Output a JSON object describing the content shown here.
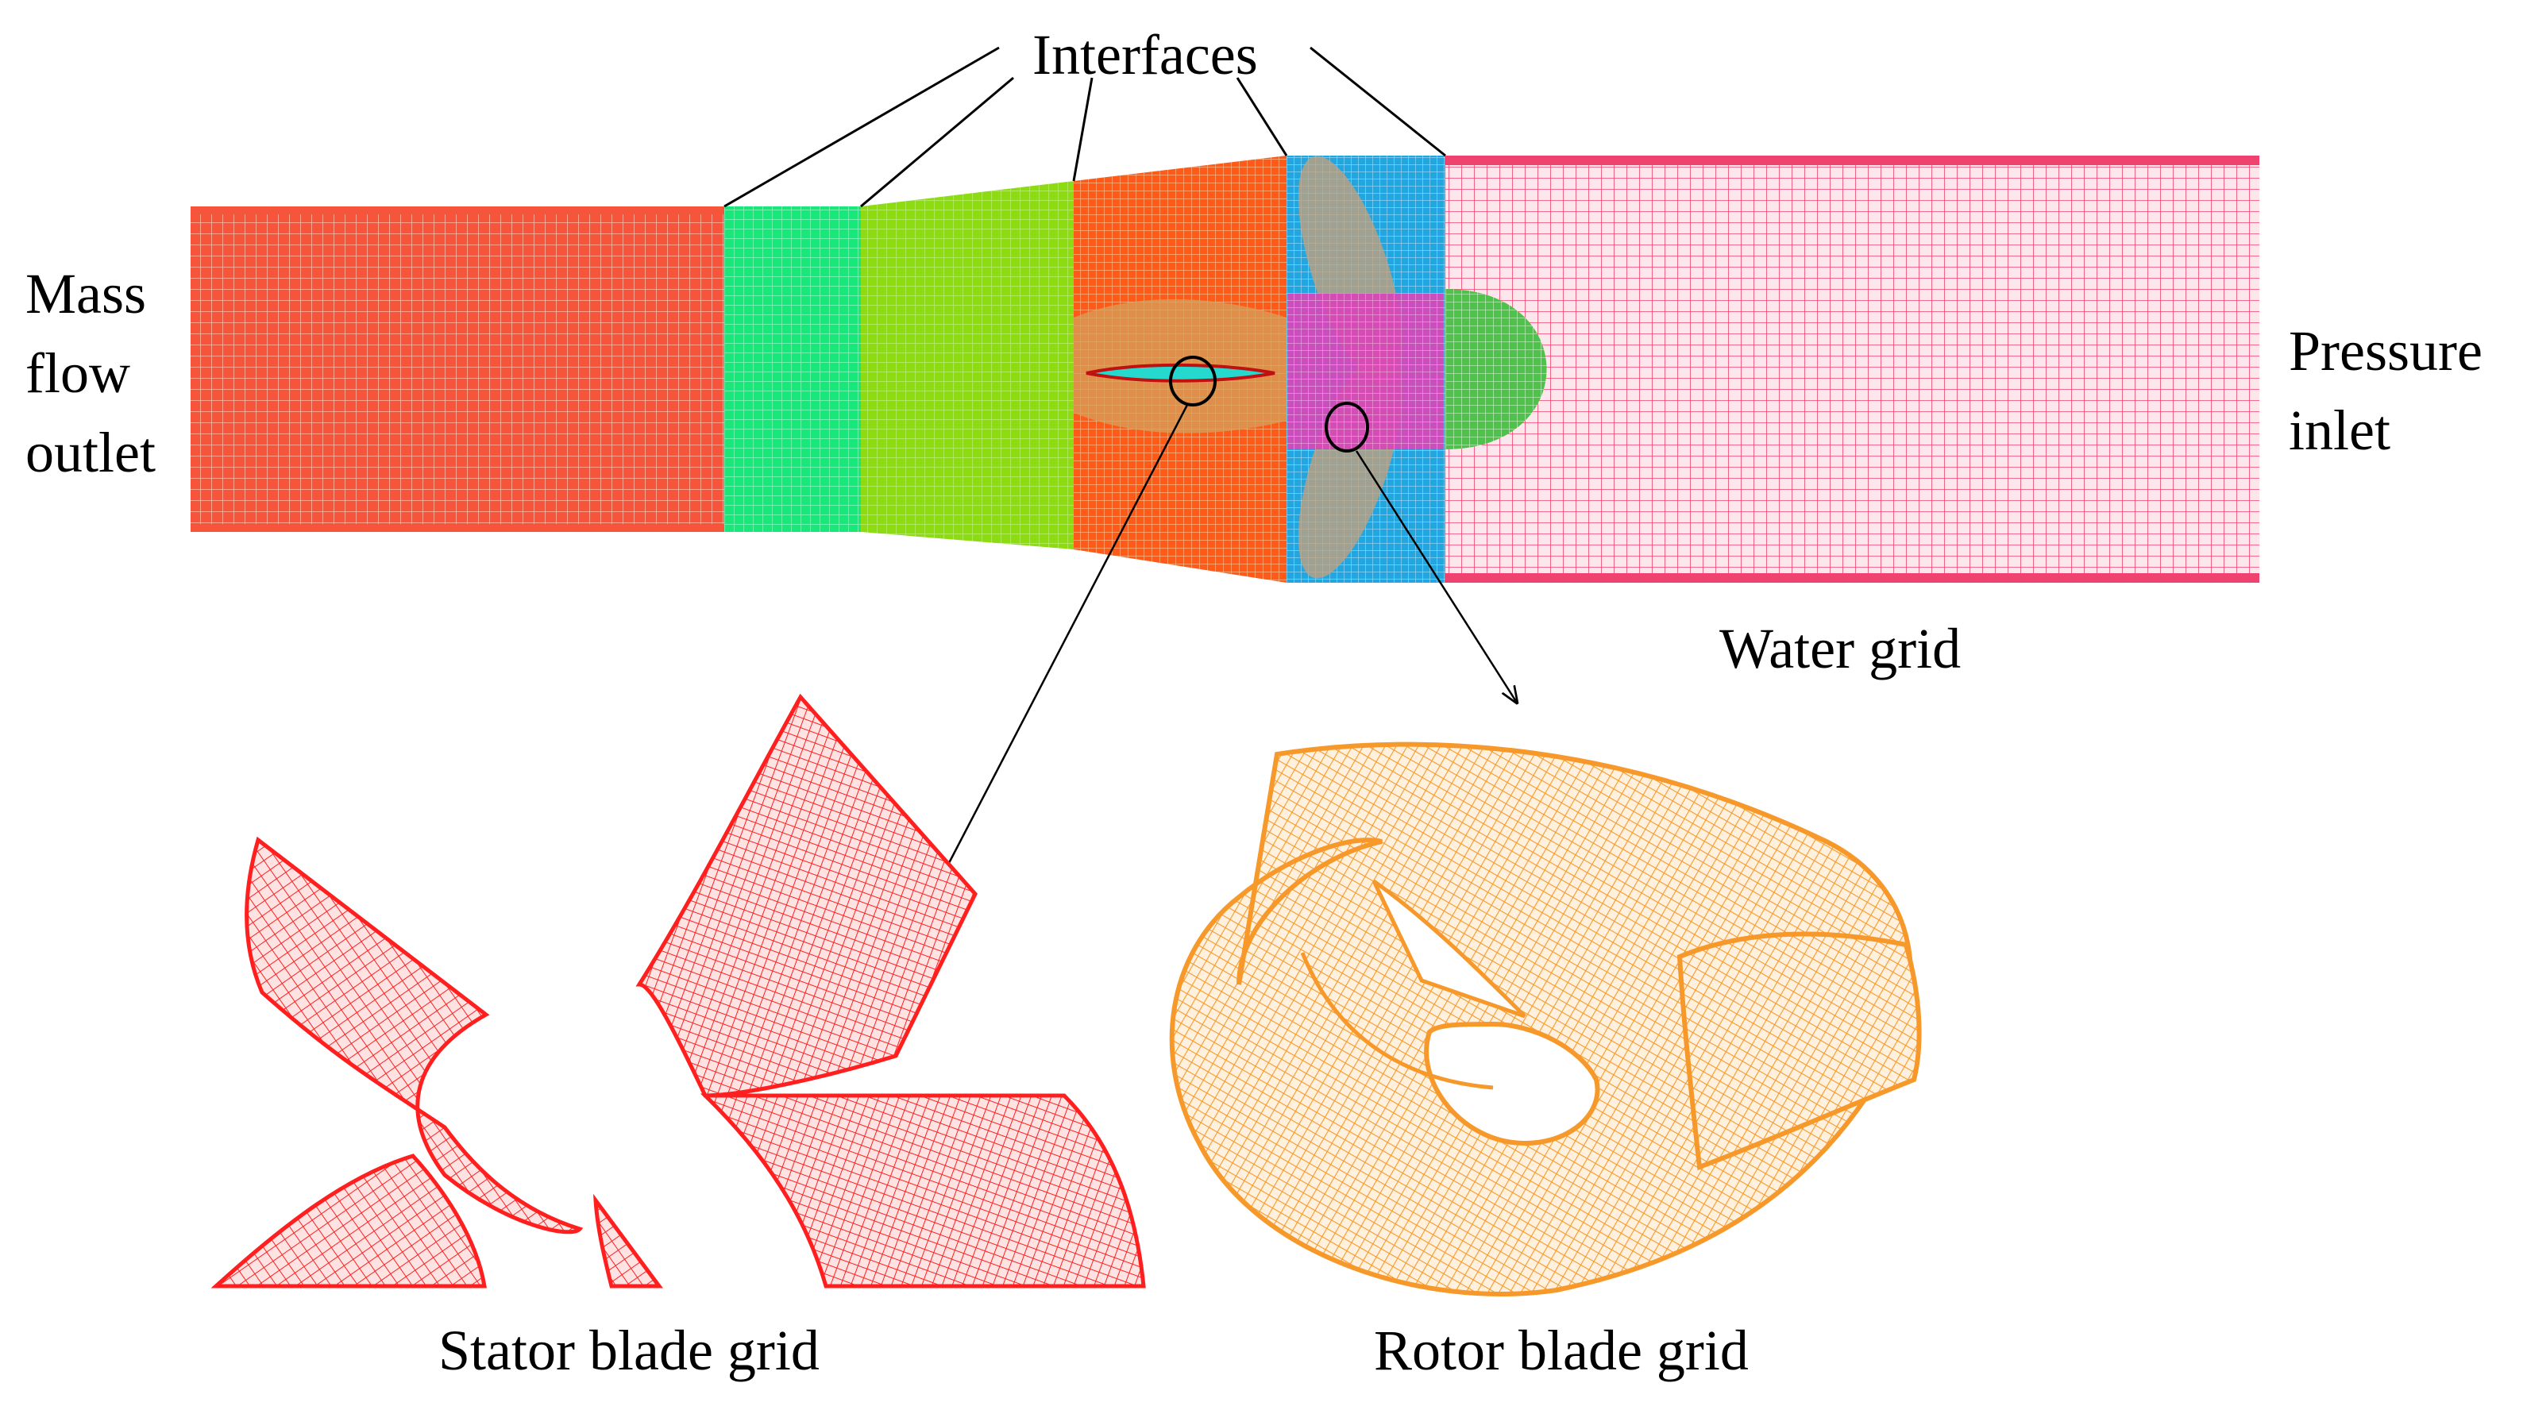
{
  "labels": {
    "interfaces": "Interfaces",
    "mass_flow_outlet": [
      "Mass",
      "flow",
      "outlet"
    ],
    "pressure_inlet": [
      "Pressure",
      "inlet"
    ],
    "water_grid": "Water grid",
    "stator_blade_grid": "Stator blade grid",
    "rotor_blade_grid": "Rotor blade grid"
  },
  "colors": {
    "outlet_pipe": "#f7553b",
    "transition_ring": "#18e87a",
    "cone": "#8ddc12",
    "stator_zone": "#ff5a18",
    "rotor_zone": "#23a6e0",
    "hub_zone": "#d946b8",
    "nose_cone": "#4ec24a",
    "inlet_pipe": "#f0426e",
    "stator_blade": "#ff1f1f",
    "rotor_blade": "#f7992a",
    "leader_line": "#000000"
  }
}
